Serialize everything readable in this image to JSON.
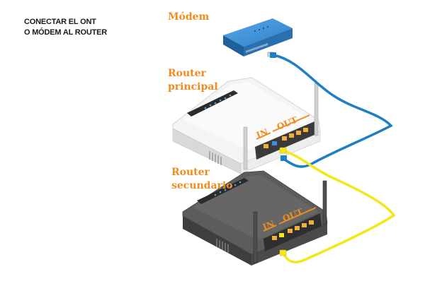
{
  "heading": {
    "line1": "CONECTAR EL ONT",
    "line2": "O MÓDEM AL ROUTER"
  },
  "devices": {
    "modem": {
      "label": "Módem"
    },
    "main_router": {
      "label_line1": "Router",
      "label_line2": "principal",
      "port_in": "IN",
      "port_out": "OUT"
    },
    "secondary_router": {
      "label_line1": "Router",
      "label_line2": "secundario",
      "port_in": "IN",
      "port_out": "OUT"
    }
  },
  "cables": {
    "modem_to_main": {
      "color": "#1f7fc4"
    },
    "main_to_secondary": {
      "color": "#f4e61a"
    }
  },
  "colors": {
    "accent": "#f08c1e",
    "modem": "#3c8fd6",
    "main_router": "#f2f2f2",
    "secondary_router": "#5a5a5a"
  }
}
